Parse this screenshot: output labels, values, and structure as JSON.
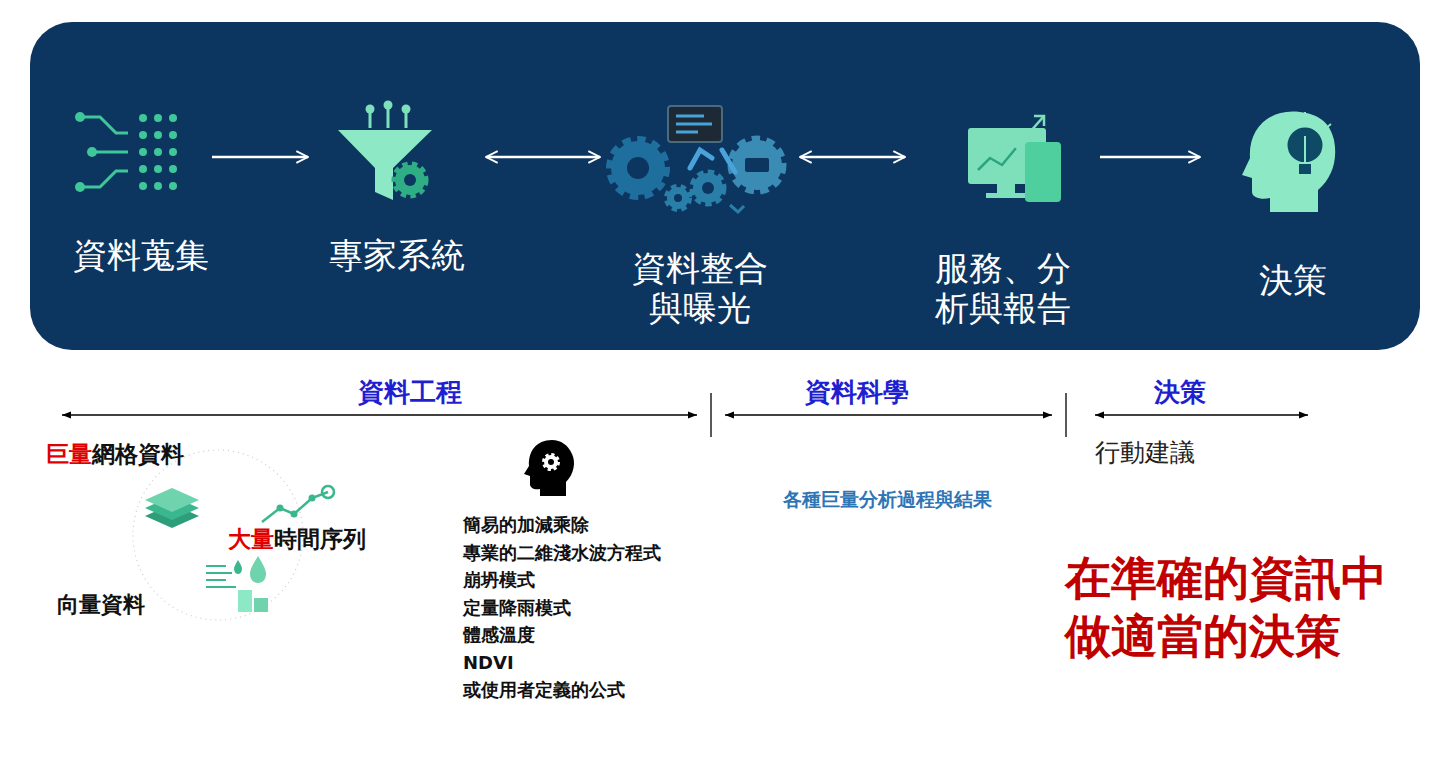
{
  "diagram": {
    "nodes": [
      {
        "text": [
          "資料蒐集"
        ]
      },
      {
        "text": [
          "專家系統"
        ]
      },
      {
        "text": [
          "資料整合 與曝光"
        ]
      },
      {
        "text": [
          "服務、分 析與報告"
        ]
      },
      {
        "text": [
          "決策"
        ]
      }
    ],
    "edges": [
      {
        "from": 0,
        "to": 1,
        "arrow": "to"
      },
      {
        "from": 1,
        "to": 2,
        "arrow": "both"
      },
      {
        "from": 2,
        "to": 3,
        "arrow": "both"
      },
      {
        "from": 3,
        "to": 4,
        "arrow": "to"
      }
    ],
    "labels": [
      "資料工程",
      "資料科學",
      "決策",
      "行動建議",
      "巨量網格資料",
      "大量時間序列",
      "向量資料",
      "簡易的加減乘除",
      "專業的二維淺水波方程式",
      "崩坍模式",
      "定量降雨模式",
      "體感溫度",
      "NDVI",
      "或使用者定義的公式",
      "各種巨量分析過程與結果",
      "在準確的資訊中 做適當的決策"
    ]
  }
}
